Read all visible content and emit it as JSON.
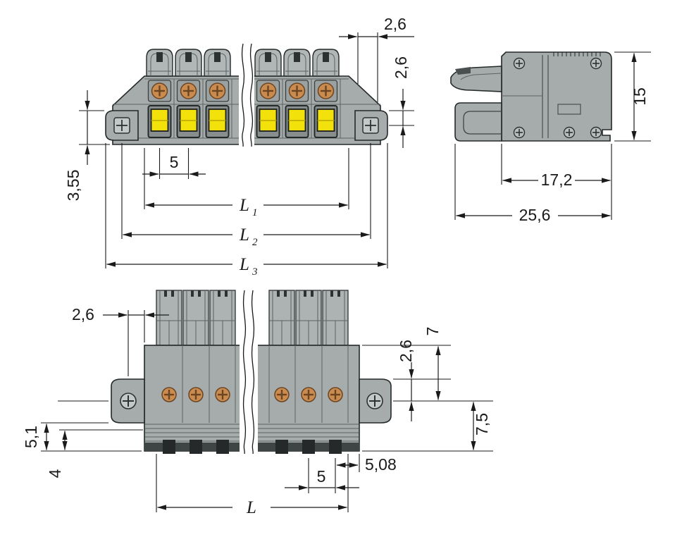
{
  "drawing": {
    "front": {
      "dim_2_6_top": "2,6",
      "dim_2_6_side": "2,6",
      "dim_3_55": "3,55",
      "dim_5": "5",
      "length_label": "L",
      "sub_1": "1",
      "sub_2": "2",
      "sub_3": "3"
    },
    "side": {
      "dim_15": "15",
      "dim_17_2": "17,2",
      "dim_25_6": "25,6"
    },
    "bottom": {
      "dim_2_6_left": "2,6",
      "dim_2_6_right": "2,6",
      "dim_7": "7",
      "dim_7_5": "7,5",
      "dim_5_1": "5,1",
      "dim_4": "4",
      "dim_5_08": "5,08",
      "dim_5": "5",
      "length_label": "L"
    },
    "colors": {
      "body_gray": "#a6acac",
      "tower_gray": "#b1b7b7",
      "button_yellow": "#f2e10a",
      "screw_copper": "#c98c4e",
      "outline_dark": "#232828",
      "dark_band": "#3f4444"
    }
  }
}
